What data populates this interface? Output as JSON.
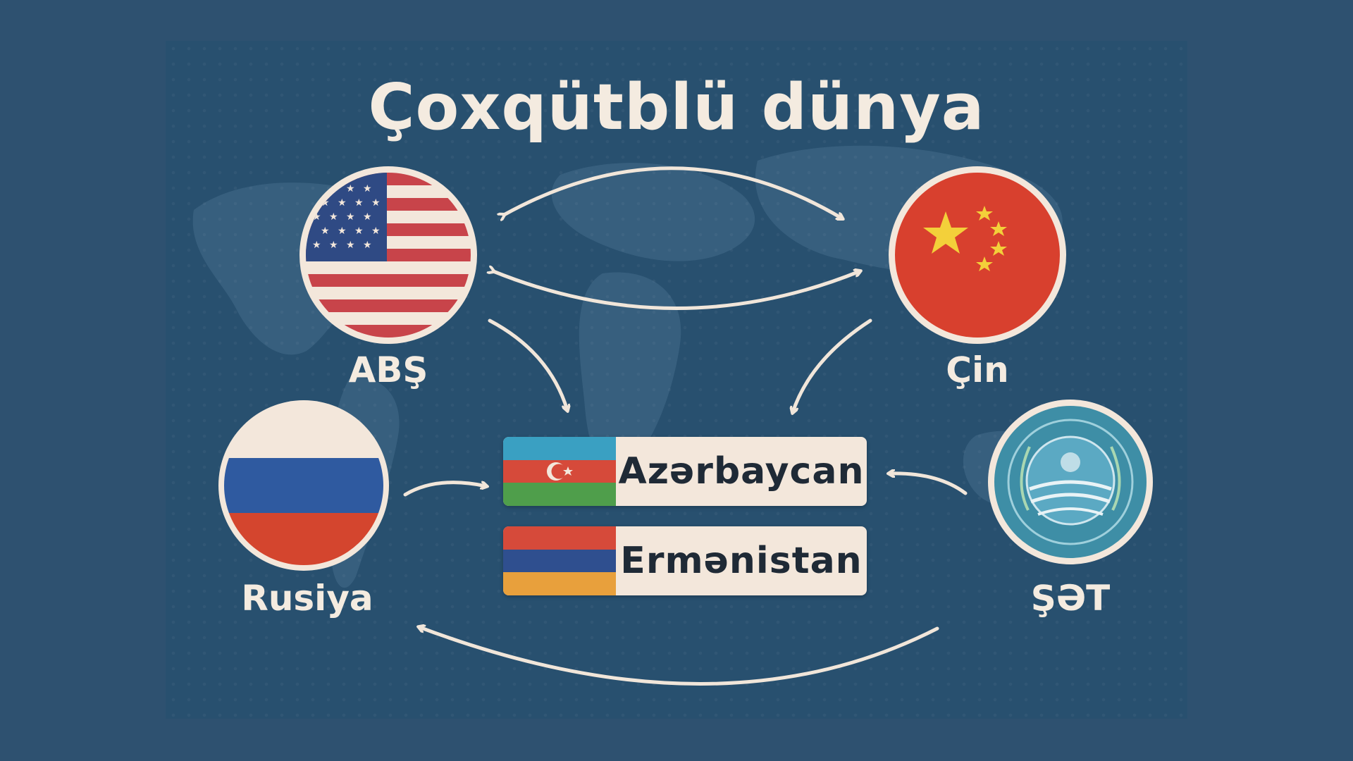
{
  "title": "Çoxqütblü dünya",
  "nodes": {
    "usa": {
      "label": "ABŞ"
    },
    "china": {
      "label": "Çin"
    },
    "russia": {
      "label": "Rusiya"
    },
    "sco": {
      "label": "ŞƏT"
    }
  },
  "countries": [
    {
      "name": "Azərbaycan",
      "stripes": [
        "#3aa0c2",
        "#d64a3a",
        "#4f9e4b"
      ]
    },
    {
      "name": "Ermənistan",
      "stripes": [
        "#d64a3a",
        "#2f4f8f",
        "#e8a03c"
      ]
    }
  ],
  "colors": {
    "background": "#2e5170",
    "text": "#f4ebe0",
    "arrow": "#f1e6da"
  }
}
